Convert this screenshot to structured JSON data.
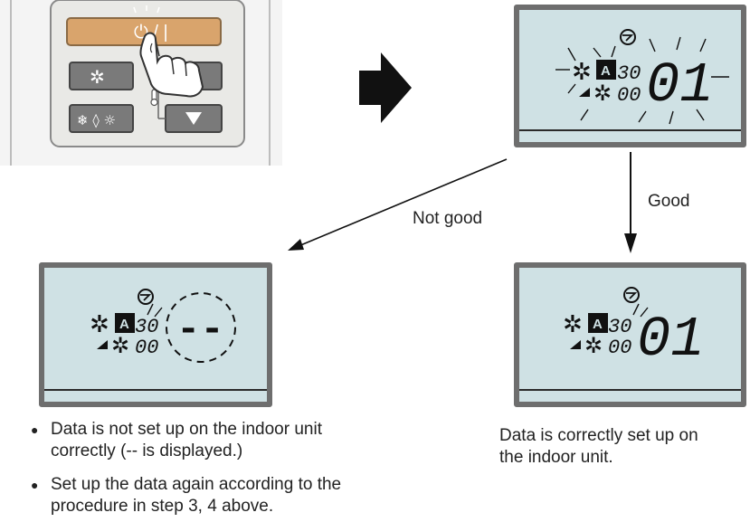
{
  "remote": {
    "power_button_label": "ⓘ/|",
    "fan_button_icon": "fan-icon",
    "mode_button_icons": "❄💧☼",
    "down_button_icon": "down-triangle-icon",
    "temp_icon": "thermometer-icon"
  },
  "lcd": {
    "top_value": "30",
    "bottom_value": "00",
    "code_good": "01",
    "code_not_good": "--",
    "auto_badge": "A"
  },
  "flow": {
    "good_label": "Good",
    "not_good_label": "Not good"
  },
  "captions": {
    "good": "Data is correctly set up on\nthe indoor unit.",
    "bad_bullets": [
      "Data is not set up on the indoor unit\ncorrectly (-- is displayed.)",
      "Set up the data again according to the\nprocedure in step 3, 4 above."
    ],
    "bullet_symbol": "●"
  },
  "colors": {
    "lcd_bg": "#cfe1e4",
    "lcd_border": "#6e6e6e",
    "power_button": "#d9a46c",
    "button_gray": "#7a7a7a"
  }
}
